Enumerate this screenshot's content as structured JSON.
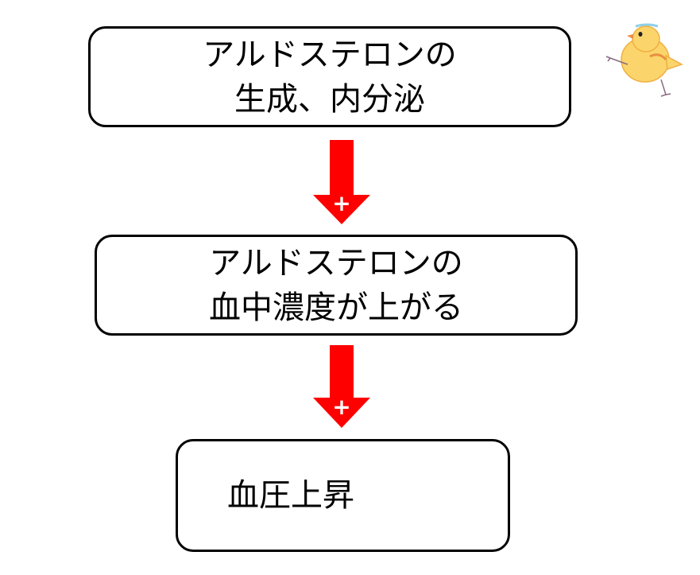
{
  "boxes": [
    {
      "lines": [
        "アルドステロンの",
        "生成、内分泌"
      ]
    },
    {
      "lines": [
        "アルドステロンの",
        "血中濃度が上がる"
      ]
    },
    {
      "lines": [
        "血圧上昇"
      ]
    }
  ],
  "arrows": [
    {
      "sign": "+",
      "color": "#ff0000"
    },
    {
      "sign": "+",
      "color": "#ff0000"
    }
  ]
}
